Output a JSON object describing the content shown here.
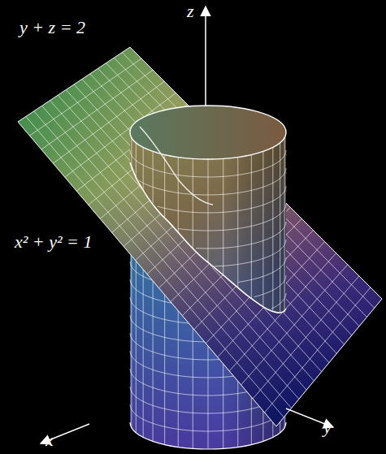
{
  "diagram": {
    "labels": [
      "y + z = 2",
      "x² + y² = 1",
      "z",
      "x",
      "y"
    ]
  }
}
